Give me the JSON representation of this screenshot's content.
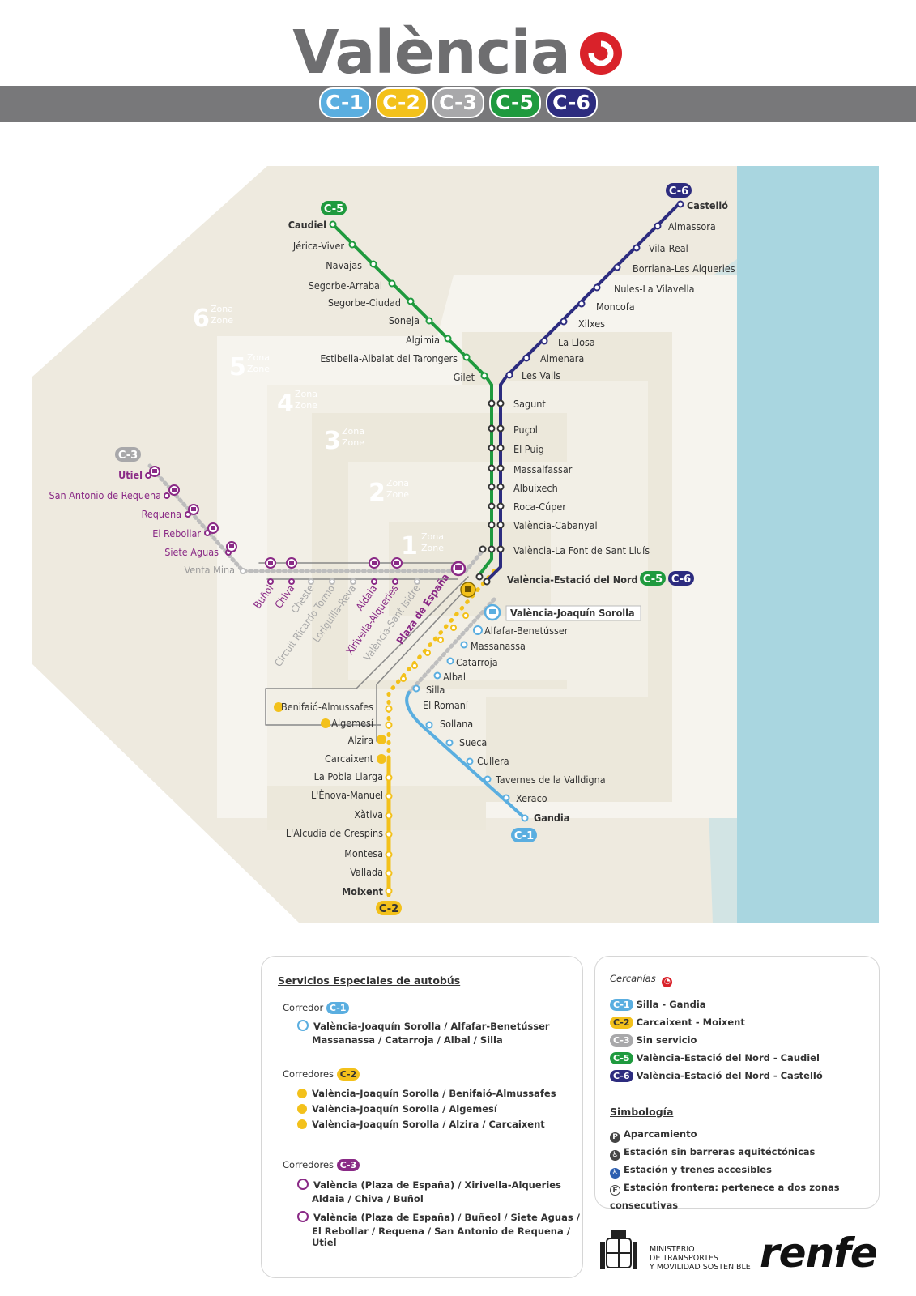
{
  "header": {
    "title": "València",
    "line_pills": [
      "C-1",
      "C-2",
      "C-3",
      "C-5",
      "C-6"
    ]
  },
  "colors": {
    "C-1": "#5aaee0",
    "C-2": "#f3c11b",
    "C-3": "#a8a8aa",
    "C-5": "#1f9a3e",
    "C-6": "#2d2c7f",
    "c3_text": "#8a2a86",
    "sea": "#a9d6e0",
    "land": "#eeeadf",
    "brand_red": "#d9222a"
  },
  "zones": [
    {
      "num": "1",
      "label_es": "Zona",
      "label_en": "Zone"
    },
    {
      "num": "2",
      "label_es": "Zona",
      "label_en": "Zone"
    },
    {
      "num": "3",
      "label_es": "Zona",
      "label_en": "Zone"
    },
    {
      "num": "4",
      "label_es": "Zona",
      "label_en": "Zone"
    },
    {
      "num": "5",
      "label_es": "Zona",
      "label_en": "Zone"
    },
    {
      "num": "6",
      "label_es": "Zona",
      "label_en": "Zone"
    }
  ],
  "line_tags": {
    "c5": "C-5",
    "c6": "C-6",
    "c3": "C-3",
    "c1": "C-1",
    "c2": "C-2",
    "nord_c5": "C-5",
    "nord_c6": "C-6"
  },
  "stations": {
    "c5": [
      "Caudiel",
      "Jérica-Viver",
      "Navajas",
      "Segorbe-Arrabal",
      "Segorbe-Ciudad",
      "Soneja",
      "Algimia",
      "Estibella-Albalat del Tarongers",
      "Gilet"
    ],
    "c6": [
      "Castelló",
      "Almassora",
      "Vila-Real",
      "Borriana-Les Alqueries",
      "Nules-La Vilavella",
      "Moncofa",
      "Xilxes",
      "La Llosa",
      "Almenara",
      "Les Valls"
    ],
    "trunk": [
      "Sagunt",
      "Puçol",
      "El Puig",
      "Massalfassar",
      "Albuixech",
      "Roca-Cúper",
      "València-Cabanyal",
      "València-La Font de Sant Lluís"
    ],
    "nord": "València-Estació del Nord",
    "sorolla": "València-Joaquín Sorolla",
    "c3_west": [
      "Utiel",
      "San Antonio de Requena",
      "Requena",
      "El Rebollar",
      "Siete Aguas",
      "Venta Mina"
    ],
    "c3_south": [
      "Buñol",
      "Chiva",
      "Cheste",
      "Circuit Ricardo Tormo",
      "Loriguilla-Reva",
      "Aldaia",
      "Xirivella-Alqueries",
      "València-Sant Isidre",
      "Plaza de España"
    ],
    "c1": [
      "Alfafar-Benetússer",
      "Massanassa",
      "Catarroja",
      "Albal",
      "Silla",
      "El Romaní",
      "Sollana",
      "Sueca",
      "Cullera",
      "Tavernes de la Valldigna",
      "Xeraco",
      "Gandia"
    ],
    "c2": [
      "Benifaió-Almussafes",
      "Algemesí",
      "Alzira",
      "Carcaixent",
      "La Pobla Llarga",
      "L'Ènova-Manuel",
      "Xàtiva",
      "L'Alcudia de Crespins",
      "Montesa",
      "Vallada",
      "Moixent"
    ]
  },
  "legend_bus": {
    "title": "Servicios Especiales de autobús",
    "c1_label": "Corredor",
    "c1_badge": "C-1",
    "c1_lines": [
      "València-Joaquín Sorolla / Alfafar-Benetússer",
      "Massanassa / Catarroja / Albal / Silla"
    ],
    "c2_label": "Corredores",
    "c2_badge": "C-2",
    "c2_lines": [
      "València-Joaquín Sorolla / Benifaió-Almussafes",
      "València-Joaquín Sorolla / Algemesí",
      "València-Joaquín Sorolla / Alzira / Carcaixent"
    ],
    "c3_label": "Corredores",
    "c3_badge": "C-3",
    "c3_lines": [
      "València (Plaza de España) / Xirivella-Alqueries",
      "Aldaia / Chiva / Buñol",
      "València (Plaza de España) / Buñeol / Siete Aguas /",
      "El Rebollar / Requena / San Antonio de Requena / Utiel"
    ]
  },
  "legend_lines": {
    "title": "Cercanías",
    "items": [
      {
        "badge": "C-1",
        "text": "Silla - Gandia"
      },
      {
        "badge": "C-2",
        "text": "Carcaixent - Moixent"
      },
      {
        "badge": "C-3",
        "text": "Sin servicio"
      },
      {
        "badge": "C-5",
        "text": "València-Estació del Nord - Caudiel"
      },
      {
        "badge": "C-6",
        "text": "València-Estació del Nord - Castelló"
      }
    ],
    "symb_title": "Simbología",
    "symbols": [
      {
        "icon": "parking-icon",
        "glyph": "P",
        "text": "Aparcamiento"
      },
      {
        "icon": "accessible-station-icon",
        "glyph": "♿",
        "text": "Estación sin barreras aquitéctónicas"
      },
      {
        "icon": "accessible-trains-icon",
        "glyph": "♿",
        "text": "Estación y trenes accesibles"
      },
      {
        "icon": "border-station-icon",
        "glyph": "F",
        "text": "Estación frontera: pertenece a dos zonas consecutivas"
      }
    ]
  },
  "footer": {
    "ministry_lines": [
      "MINISTERIO",
      "DE TRANSPORTES",
      "Y MOVILIDAD SOSTENIBLE"
    ],
    "brand": "renfe"
  }
}
